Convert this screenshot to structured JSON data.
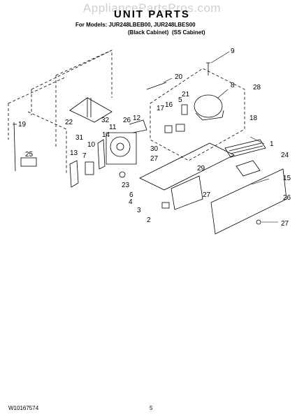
{
  "watermark": "AppliancePartsPros.com",
  "title": "UNIT PARTS",
  "models_line": "For Models: JUR248LBEB00, JUR248LBES00",
  "cabinets": [
    "(Black Cabinet)",
    "(SS Cabinet)"
  ],
  "footer": {
    "doc_number": "W10167574",
    "page": "5"
  },
  "callouts": [
    {
      "id": "c1",
      "text": "1"
    },
    {
      "id": "c2",
      "text": "2"
    },
    {
      "id": "c3",
      "text": "3"
    },
    {
      "id": "c4",
      "text": "4"
    },
    {
      "id": "c5",
      "text": "5"
    },
    {
      "id": "c6",
      "text": "6"
    },
    {
      "id": "c7",
      "text": "7"
    },
    {
      "id": "c8",
      "text": "8"
    },
    {
      "id": "c9",
      "text": "9"
    },
    {
      "id": "c10",
      "text": "10"
    },
    {
      "id": "c11",
      "text": "11"
    },
    {
      "id": "c12",
      "text": "12"
    },
    {
      "id": "c13",
      "text": "13"
    },
    {
      "id": "c14",
      "text": "14"
    },
    {
      "id": "c15",
      "text": "15"
    },
    {
      "id": "c16",
      "text": "16"
    },
    {
      "id": "c17",
      "text": "17"
    },
    {
      "id": "c18",
      "text": "18"
    },
    {
      "id": "c19",
      "text": "19"
    },
    {
      "id": "c20",
      "text": "20"
    },
    {
      "id": "c21",
      "text": "21"
    },
    {
      "id": "c22",
      "text": "22"
    },
    {
      "id": "c23",
      "text": "23"
    },
    {
      "id": "c24",
      "text": "24"
    },
    {
      "id": "c25",
      "text": "25"
    },
    {
      "id": "c26a",
      "text": "26"
    },
    {
      "id": "c26b",
      "text": "26"
    },
    {
      "id": "c27a",
      "text": "27"
    },
    {
      "id": "c27b",
      "text": "27"
    },
    {
      "id": "c27c",
      "text": "27"
    },
    {
      "id": "c28",
      "text": "28"
    },
    {
      "id": "c29",
      "text": "29"
    },
    {
      "id": "c30",
      "text": "30"
    },
    {
      "id": "c31",
      "text": "31"
    },
    {
      "id": "c32",
      "text": "32"
    }
  ]
}
